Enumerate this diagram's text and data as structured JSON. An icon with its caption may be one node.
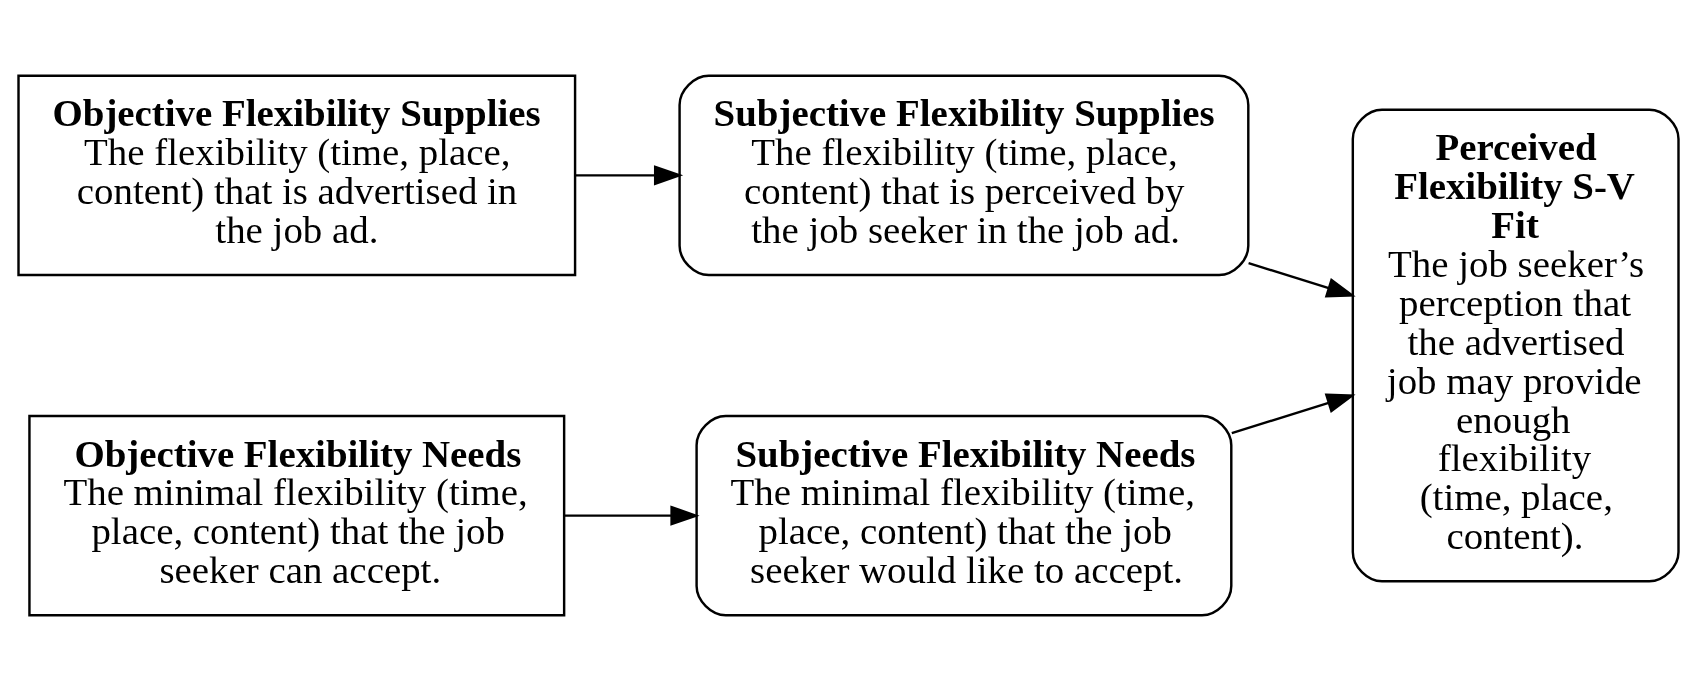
{
  "diagram": {
    "nodes": [
      {
        "text": [
          "Objective Flexibility Supplies",
          "The flexibility (time, place, content) that is advertised in the job ad."
        ]
      },
      {
        "text": [
          "Subjective Flexibility Supplies",
          "The flexibility (time, place, content) that is perceived by the job seeker in the job ad."
        ]
      },
      {
        "text": [
          "Perceived Flexibility S-V Fit",
          "The job seeker’s perception that the advertised job may provide enough flexibility (time, place, content)."
        ]
      },
      {
        "text": [
          "Objective Flexibility Needs",
          "The minimal flexibility (time, place, content) that the job seeker can accept."
        ]
      },
      {
        "text": [
          "Subjective Flexibility Needs",
          "The minimal flexibility (time, place, content) that the job seeker would like to accept."
        ]
      }
    ],
    "edges": [
      {
        "from": 0,
        "to": 1,
        "arrow": "to"
      },
      {
        "from": 1,
        "to": 2,
        "arrow": "to"
      },
      {
        "from": 3,
        "to": 4,
        "arrow": "to"
      },
      {
        "from": 4,
        "to": 2,
        "arrow": "to"
      }
    ]
  }
}
